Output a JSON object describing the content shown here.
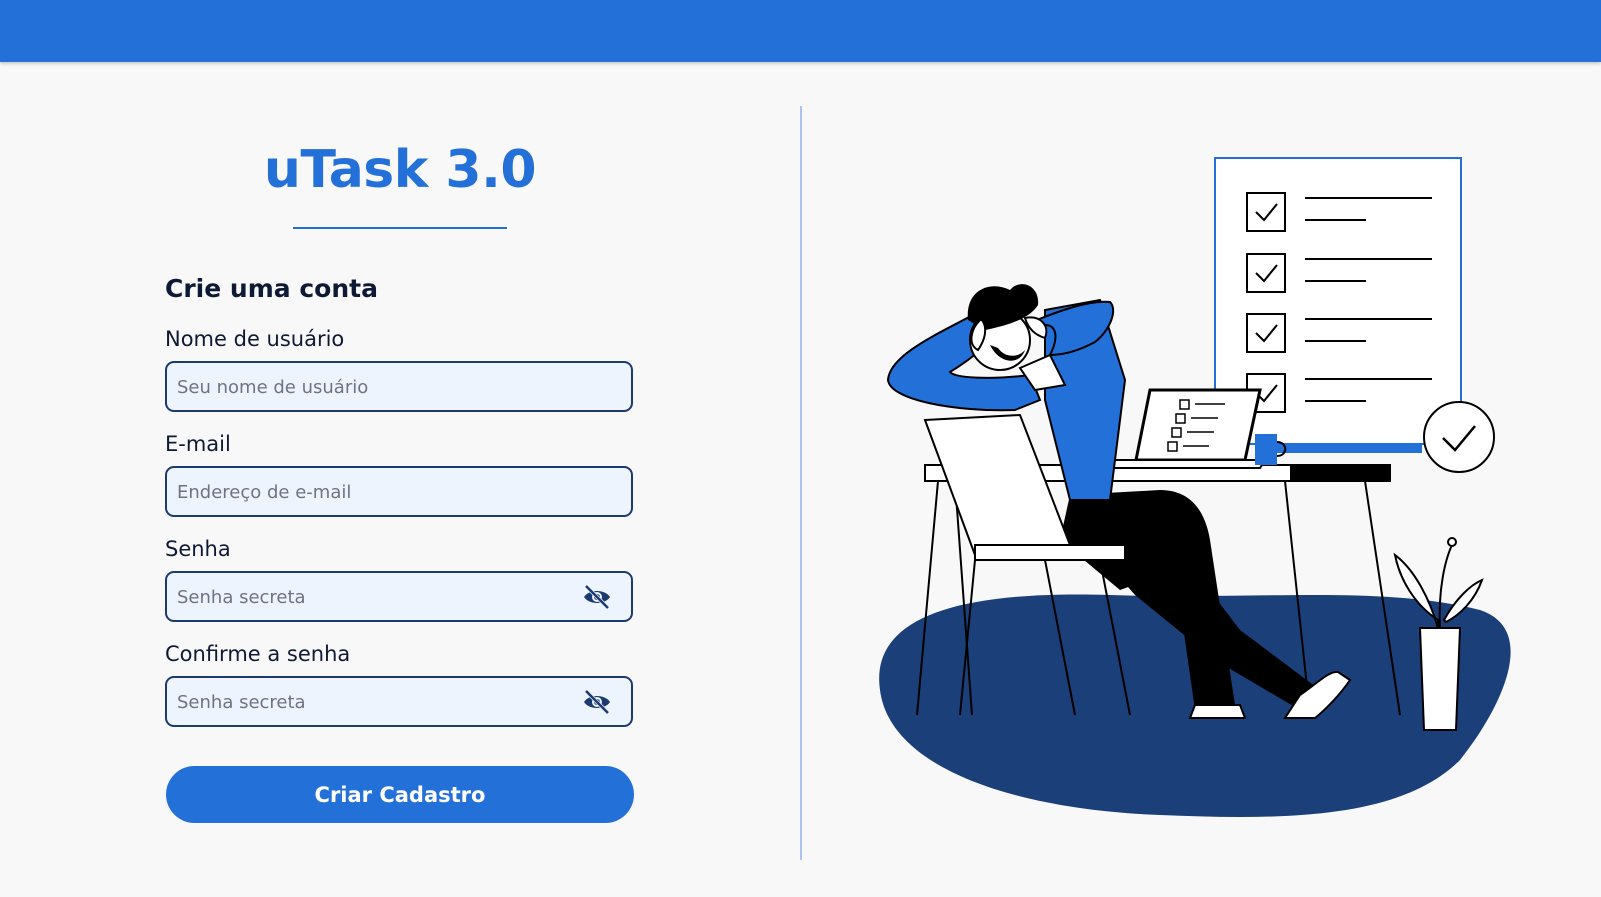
{
  "app": {
    "brand": "uTask 3.0",
    "accent_color": "#2370d9"
  },
  "form": {
    "title": "Crie uma conta",
    "fields": [
      {
        "label": "Nome de usuário",
        "placeholder": "Seu nome de usuário",
        "value": "",
        "type": "text"
      },
      {
        "label": "E-mail",
        "placeholder": "Endereço de e-mail",
        "value": "",
        "type": "email"
      },
      {
        "label": "Senha",
        "placeholder": "Senha secreta",
        "value": "",
        "type": "password",
        "icon": "eye-off-icon"
      },
      {
        "label": "Confirme a senha",
        "placeholder": "Senha secreta",
        "value": "",
        "type": "password",
        "icon": "eye-off-icon"
      }
    ],
    "submit_label": "Criar Cadastro"
  },
  "illustration": {
    "subject": "relaxed-person-at-desk-with-checklist"
  }
}
